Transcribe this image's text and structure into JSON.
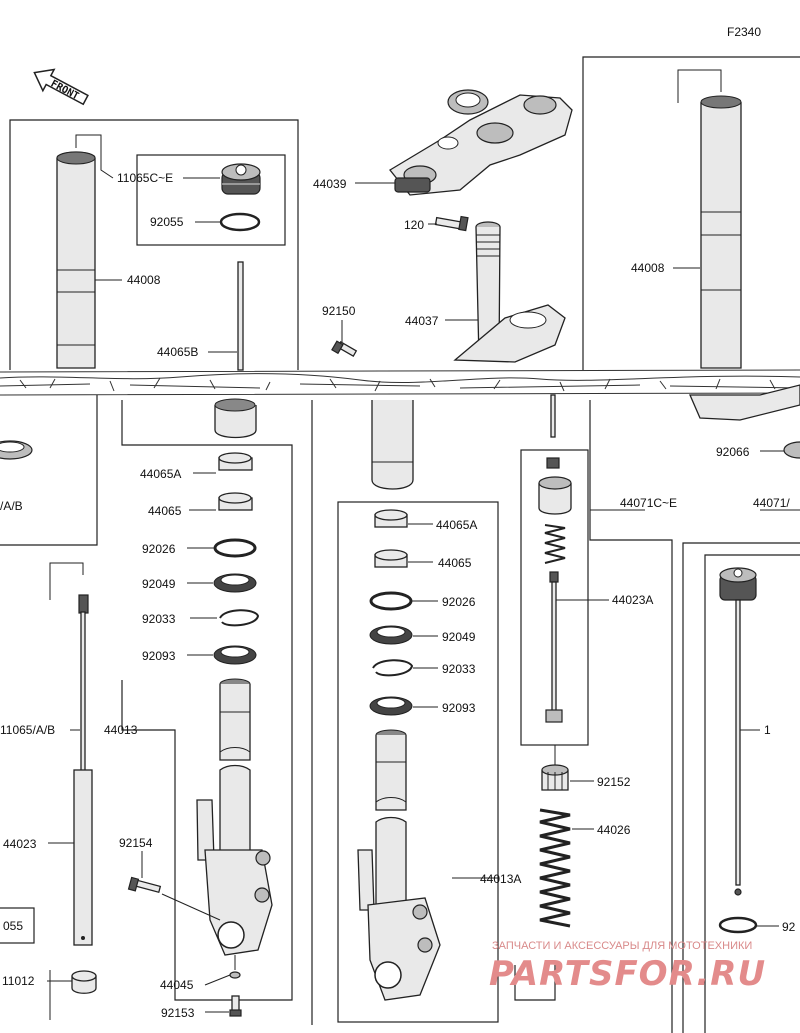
{
  "diagram_code": "F2340",
  "front_arrow": "FRONT",
  "labels": {
    "p11065CE": "11065C~E",
    "p92055": "92055",
    "p44008_left": "44008",
    "p44065B": "44065B",
    "p44039": "44039",
    "p120": "120",
    "p92150": "92150",
    "p44037": "44037",
    "p44008_right": "44008",
    "p92066": "92066",
    "pAB_left": "/A/B",
    "p44065A_l": "44065A",
    "p44065_l": "44065",
    "p92026_l": "92026",
    "p92049_l": "92049",
    "p92033_l": "92033",
    "p92093_l": "92093",
    "p44013": "44013",
    "p92154": "92154",
    "p44045": "44045",
    "p92153": "92153",
    "p11065AB": "11065/A/B",
    "p44023": "44023",
    "p055": "055",
    "p11012": "11012",
    "p44065A_r": "44065A",
    "p44065_r": "44065",
    "p92026_r": "92026",
    "p92049_r": "92049",
    "p92033_r": "92033",
    "p92093_r": "92093",
    "p44013A": "44013A",
    "p44071CE": "44071C~E",
    "p44071_cut": "44071/",
    "p44023A": "44023A",
    "p92152": "92152",
    "p44026": "44026",
    "p1_cut": "1",
    "p92_cut": "92"
  },
  "watermark": {
    "tagline": "ЗАПЧАСТИ И АКСЕССУАРЫ ДЛЯ МОТОТЕХНИКИ",
    "brand": "PARTSFOR.RU"
  }
}
